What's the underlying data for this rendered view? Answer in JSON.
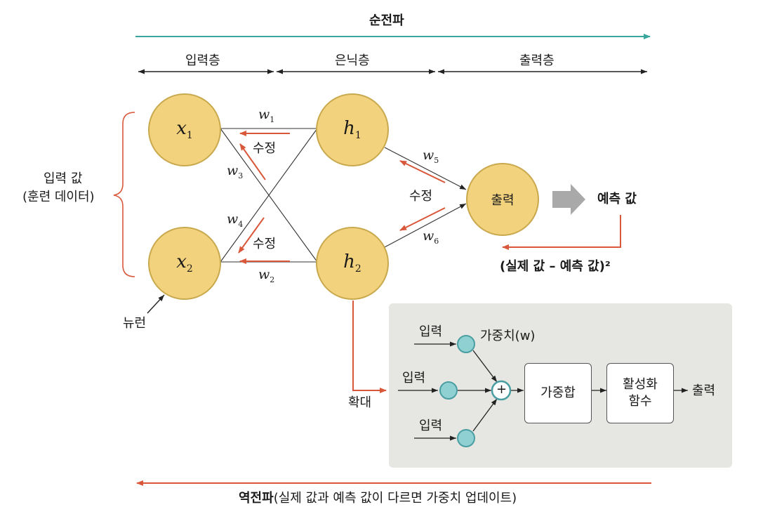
{
  "top": {
    "forward_label": "순전파",
    "layers": [
      "입력층",
      "은닉층",
      "출력층"
    ]
  },
  "nodes": {
    "x1": {
      "var": "x",
      "sub": "1"
    },
    "x2": {
      "var": "x",
      "sub": "2"
    },
    "h1": {
      "var": "h",
      "sub": "1"
    },
    "h2": {
      "var": "h",
      "sub": "2"
    },
    "out": "출력"
  },
  "weights": {
    "w1": {
      "var": "w",
      "sub": "1"
    },
    "w2": {
      "var": "w",
      "sub": "2"
    },
    "w3": {
      "var": "w",
      "sub": "3"
    },
    "w4": {
      "var": "w",
      "sub": "4"
    },
    "w5": {
      "var": "w",
      "sub": "5"
    },
    "w6": {
      "var": "w",
      "sub": "6"
    }
  },
  "labels": {
    "adjust": "수정",
    "input_value": "입력 값",
    "training_data": "(훈련 데이터)",
    "neuron": "뉴런",
    "prediction": "예측 값",
    "loss": "(실제 값 – 예측 값)²",
    "zoom": "확대"
  },
  "detail": {
    "input": "입력",
    "weight": "가중치(w)",
    "plus": "+",
    "weighted_sum": "가중합",
    "activation_line1": "활성화",
    "activation_line2": "함수",
    "output": "출력"
  },
  "bottom": {
    "backprop_bold": "역전파",
    "backprop_rest": "(실제 값과 예측 값이 다르면 가중치 업데이트)"
  },
  "colors": {
    "teal": "#3aa79f",
    "orange": "#d9573a",
    "node_fill": "#f2d27c",
    "panel": "#e6e7e2",
    "small_node": "#8fd0d2"
  }
}
